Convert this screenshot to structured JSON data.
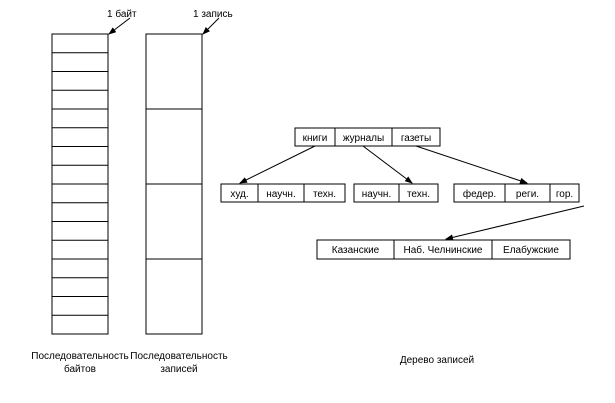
{
  "byte_sequence": {
    "pointer_label": "1 байт",
    "cell_count": 16,
    "caption": [
      "Последовательность",
      "байтов"
    ]
  },
  "record_sequence": {
    "pointer_label": "1 запись",
    "cell_count": 4,
    "caption": [
      "Последовательность",
      "записей"
    ]
  },
  "tree": {
    "caption": "Дерево записей",
    "root": [
      "книги",
      "журналы",
      "газеты"
    ],
    "books": [
      "худ.",
      "научн.",
      "техн."
    ],
    "journals": [
      "научн.",
      "техн."
    ],
    "newspapers": [
      "федер.",
      "реги.",
      "гор."
    ],
    "city_papers": [
      "Казанские",
      "Наб. Челнинские",
      "Елабужские"
    ]
  }
}
